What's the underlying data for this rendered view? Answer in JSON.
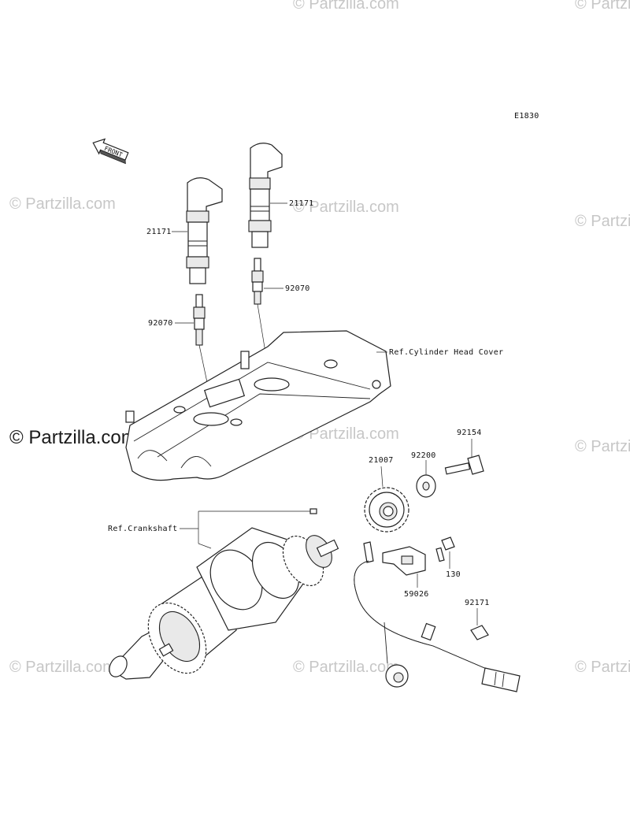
{
  "diagram": {
    "code": "E1830",
    "front_label": "FRONT",
    "watermark_text": "© Partzilla.com",
    "watermark_bold_text": "© Partzilla.com"
  },
  "labels": {
    "coil_left": "21171",
    "coil_right": "21171",
    "plug_right": "92070",
    "plug_left": "92070",
    "head_cover": "Ref.Cylinder Head Cover",
    "bolt": "92154",
    "rotor": "21007",
    "washer": "92200",
    "crankshaft": "Ref.Crankshaft",
    "screw": "130",
    "sensor": "59026",
    "clamp": "92171"
  }
}
